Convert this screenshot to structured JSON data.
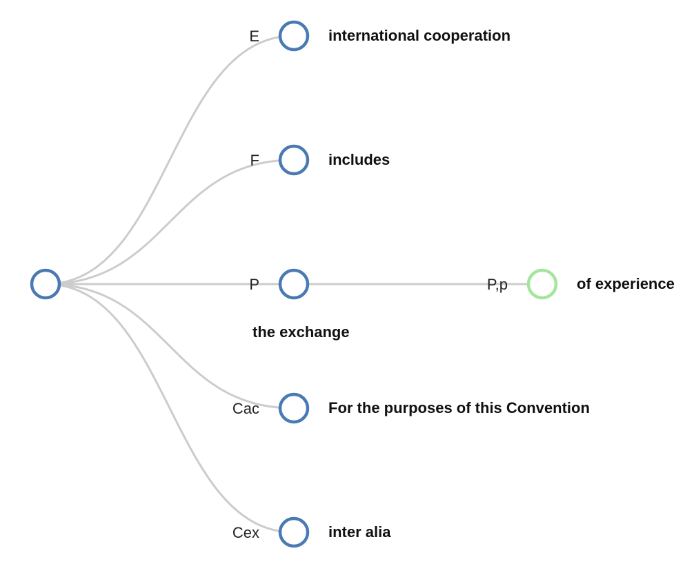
{
  "colors": {
    "node_stroke": "#4a7ab4",
    "leaf_stroke": "#a3e69b",
    "link": "#cccccc"
  },
  "tree": {
    "root": {
      "text": ""
    },
    "children": [
      {
        "edge": "E",
        "text": "international cooperation"
      },
      {
        "edge": "F",
        "text": "includes"
      },
      {
        "edge": "P",
        "text": "the exchange",
        "children": [
          {
            "edge": "P,p",
            "text": "of experience"
          }
        ]
      },
      {
        "edge": "Cac",
        "text": "For the purposes of this Convention"
      },
      {
        "edge": "Cex",
        "text": "inter alia"
      }
    ]
  }
}
